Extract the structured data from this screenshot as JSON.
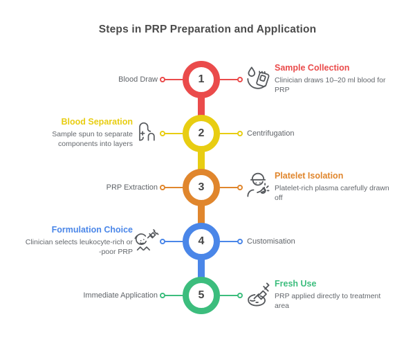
{
  "title": "Steps in PRP Preparation and Application",
  "steps": [
    {
      "number": "1",
      "color": "#ea4b4b",
      "side": "right",
      "short_label": "Blood Draw",
      "heading": "Sample Collection",
      "description": "Clinician draws 10–20 ml blood for PRP",
      "icon": "blood-bag-icon"
    },
    {
      "number": "2",
      "color": "#e8cd12",
      "side": "left",
      "short_label": "Centrifugation",
      "heading": "Blood Separation",
      "description": "Sample spun to separate components into layers",
      "icon": "centrifuge-separation-icon"
    },
    {
      "number": "3",
      "color": "#e0862d",
      "side": "right",
      "short_label": "PRP Extraction",
      "heading": "Platelet Isolation",
      "description": "Platelet-rich plasma carefully drawn off",
      "icon": "clinician-pipette-icon"
    },
    {
      "number": "4",
      "color": "#4a86e8",
      "side": "left",
      "short_label": "Customisation",
      "heading": "Formulation Choice",
      "description": "Clinician selects leukocyte-rich or -poor PRP",
      "icon": "face-syringe-icon"
    },
    {
      "number": "5",
      "color": "#3cbd7d",
      "side": "right",
      "short_label": "Immediate Application",
      "heading": "Fresh Use",
      "description": "PRP applied directly to treatment area",
      "icon": "syringe-application-icon"
    }
  ]
}
